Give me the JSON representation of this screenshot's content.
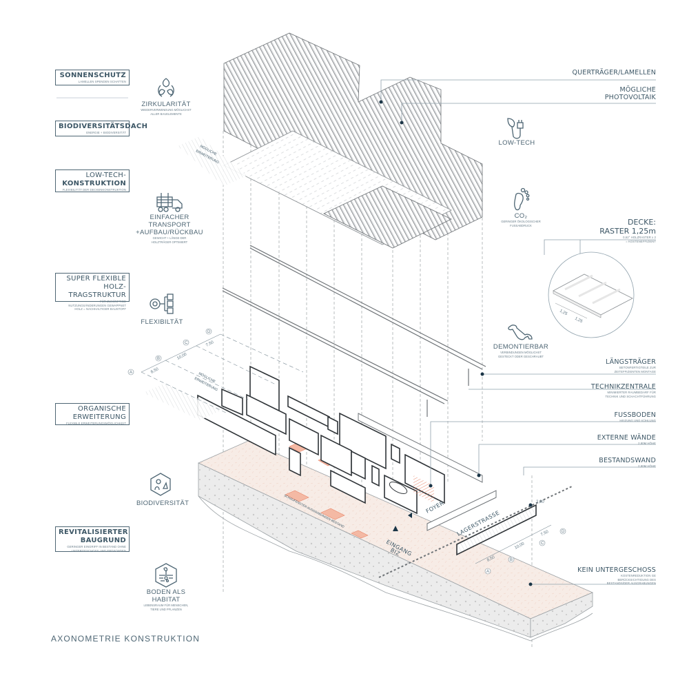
{
  "title": "AXONOMETRIE KONSTRUKTION",
  "colors": {
    "primary": "#3d5766",
    "accent_dot": "#1a3547",
    "highlight": "#e8866a",
    "ground_tint": "#f7ece6",
    "line": "#8a8f93"
  },
  "left_boxes": [
    {
      "title": "SONNENSCHUTZ",
      "sub": [
        "LAMELLEN SPENDEN SCHATTEN"
      ]
    },
    {
      "title": "BIODIVERSITÄTSDACH",
      "sub": [
        "ENERGIE + BIODIVERSITÄT"
      ]
    },
    {
      "title": "LOW-TECH-",
      "title2": "KONSTRUKTION",
      "sub": [
        "FLEXIBILITÄT DER DECKENKONSTRUKTION"
      ]
    },
    {
      "title": "SUPER FLEXIBLE",
      "title2": "HOLZ-TRAGSTRUKTUR",
      "sub": [
        "FÜR ZUKÜNFTIGE",
        "NUTZUNGSÄNDERUNGEN GEWAPPNET",
        "HOLZ = NACHHALTIGER BAUSTOFF"
      ]
    },
    {
      "title": "ORGANISCHE",
      "title2": "ERWEITERUNG",
      "sub": [
        "FLEXIBLE ERWEITERUNGSMÖGLICHKEIT"
      ]
    },
    {
      "title": "REVITALISIERTER",
      "title2": "BAUGRUND",
      "sub": [
        "GERINGER EINGRIFF IN BESTAND OHNE",
        "UNTERGESCHOSS UND ERDSONDEN"
      ]
    }
  ],
  "left_icons": [
    {
      "icon": "recycle-leaves-icon",
      "title": "ZIRKULARITÄT",
      "sub": [
        "WIEDERVERWENDUNG MÖGLICHST",
        "ALLER BAUELEMENTE"
      ]
    },
    {
      "icon": "timber-truck-icon",
      "title": "EINFACHER",
      "title2": "TRANSPORT",
      "title3": "+AUFBAU/RÜCKBAU",
      "sub": [
        "GEWICHT + LÄNGE DER",
        "HOLZTRÄGER OPTIMIERT"
      ]
    },
    {
      "icon": "gear-checklist-icon",
      "title": "FLEXIBILTÄT"
    },
    {
      "icon": "biodiversity-hexagon-icon",
      "title": "BIODIVERSITÄT"
    },
    {
      "icon": "soil-habitat-hexagon-icon",
      "title": "BODEN ALS HABITAT",
      "sub": [
        "LEBENSRAUM FÜR MENSCHEN,",
        "TIERE UND PFLANZEN"
      ]
    }
  ],
  "right_icons": [
    {
      "icon": "leaf-plug-icon",
      "title": "LOW-TECH"
    },
    {
      "icon": "co2-footprint-icon",
      "title": "CO₂",
      "sub": [
        "GERINGER ÖKOLOGISCHER",
        "FUSSABDRUCK"
      ]
    },
    {
      "icon": "wrench-icon",
      "title": "DEMONTIERBAR",
      "sub": [
        "VERBINDUNGEN MÖGLICHST",
        "GESTECKT ODER GESCHRAUBT"
      ]
    }
  ],
  "right_labels": [
    {
      "title": "QUERTRÄGER/LAMELLEN"
    },
    {
      "title": "MÖGLICHE",
      "title2": "PHOTOVOLTAIK"
    },
    {
      "title": "DECKE:",
      "title2": "RASTER 1,25m",
      "sub": [
        "0,62° HOLZRASTER x 2",
        "= KOSTENEFFIZIENT"
      ]
    },
    {
      "title": "LÄNGSTRÄGER",
      "sub": [
        "BETONFERTIGTEILE ZUR",
        "ZEITEFFIZIENTEN MONTAGE"
      ]
    },
    {
      "title": "TECHNIKZENTRALE",
      "sub": [
        "MINIMIERTER RAUMBEDARF FÜR",
        "TECHNIK UND SCHACHTFÜHRUNG"
      ]
    },
    {
      "title": "FUSSBODEN",
      "sub": [
        "HEIZUNG UND KÜHLUNG"
      ]
    },
    {
      "title": "EXTERNE WÄNDE",
      "sub": [
        "2,80M HÖHE"
      ]
    },
    {
      "title": "BESTANDSWAND",
      "sub": [
        "2,80M HÖHE"
      ]
    },
    {
      "title": "KEIN UNTERGESCHOSS",
      "sub": [
        "KOSTENREDUKTION GE",
        "BERÜCKSICHTIGUNG DES",
        "BESTANDS/DER AUSGRABUNGEN"
      ]
    }
  ],
  "detail_circle": {
    "dim1": "1,25",
    "dim2": "1,25"
  },
  "plan_labels": {
    "expansion_top": [
      "MÖGLICHE",
      "ERWEITERUNG"
    ],
    "expansion_mid": [
      "MÖGLICHE",
      "ERWEITERUNG"
    ],
    "foyer": "FOYER",
    "lagerstrasse": "LAGERSTRASSE",
    "entrance": [
      "EINGANG",
      "BIZ"
    ],
    "excavations": "SCHAUFENSTER AUSGRABUNGEN BESTAND",
    "height": "2,80"
  },
  "grid_axes": {
    "letters": [
      "A",
      "B",
      "C",
      "D"
    ],
    "spacings": [
      "8,50",
      "10,00",
      "7,50"
    ]
  }
}
